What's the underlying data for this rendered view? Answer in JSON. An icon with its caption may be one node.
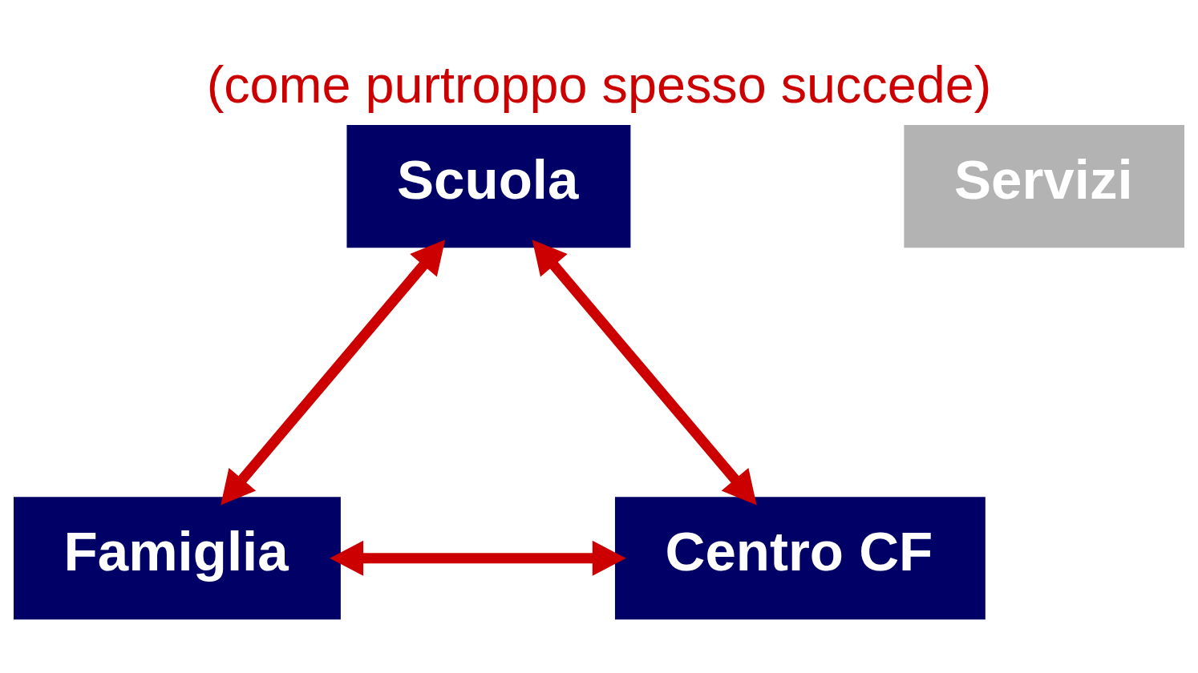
{
  "diagram": {
    "title": "(come purtroppo spesso succede)",
    "nodes": [
      {
        "text": [
          "Scuola"
        ]
      },
      {
        "text": [
          "Servizi"
        ]
      },
      {
        "text": [
          "Famiglia"
        ]
      },
      {
        "text": [
          "Centro CF"
        ]
      }
    ],
    "edges": [
      {
        "from": 0,
        "to": 3,
        "arrow": "both"
      },
      {
        "from": 0,
        "to": 2,
        "arrow": "both"
      },
      {
        "from": 2,
        "to": 3,
        "arrow": "both"
      }
    ]
  }
}
